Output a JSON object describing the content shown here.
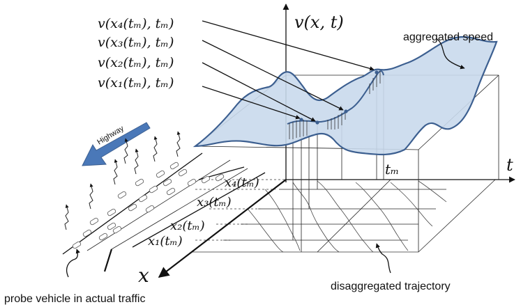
{
  "labels": {
    "v_x4": "v(x₄(tₘ), tₘ)",
    "v_x3": "v(x₃(tₘ), tₘ)",
    "v_x2": "v(x₂(tₘ), tₘ)",
    "v_x1": "v(x₁(tₘ), tₘ)",
    "v_axis": "v(x, t)",
    "t_axis": "t",
    "x_axis": "x",
    "t_m": "tₘ",
    "x4": "x₄(tₘ)",
    "x3": "x₃(tₘ)",
    "x2": "x₂(tₘ)",
    "x1": "x₁(tₘ)",
    "aggregated_speed": "aggregated speed",
    "disaggregated_trajectory": "disaggregated trajectory",
    "probe_vehicle": "probe vehicle in actual traffic",
    "highway": "Highway"
  },
  "colors": {
    "surface_fill": "#c9d9ec",
    "surface_stroke": "#3c5f90",
    "arrow_blue": "#4a78b8"
  }
}
